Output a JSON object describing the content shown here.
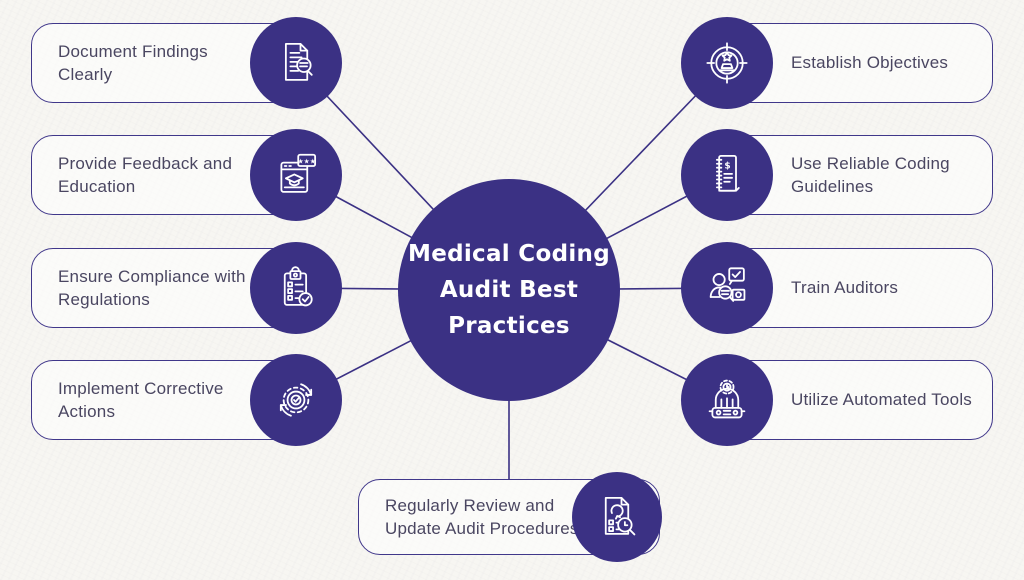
{
  "title": "Medical Coding Audit Best Practices Infographic",
  "colors": {
    "node_fill": "#3b3184",
    "pill_border": "#40378a",
    "connector": "#3b3184",
    "label_text": "#4a4661",
    "center_text": "#ffffff",
    "background": "#f7f6f2"
  },
  "center": {
    "title": "Medical Coding Audit Best Practices",
    "lines": [
      "Medical Coding",
      "Audit Best",
      "Practices"
    ]
  },
  "nodes": {
    "left": [
      {
        "label": "Document Findings Clearly",
        "icon": "document-magnifier-icon"
      },
      {
        "label": "Provide Feedback and Education",
        "icon": "feedback-education-icon"
      },
      {
        "label": "Ensure Compliance with Regulations",
        "icon": "compliance-checklist-icon"
      },
      {
        "label": "Implement Corrective Actions",
        "icon": "corrective-actions-gear-icon"
      }
    ],
    "right": [
      {
        "label": "Establish Objectives",
        "icon": "target-objectives-icon"
      },
      {
        "label": "Use Reliable Coding Guidelines",
        "icon": "coding-guidelines-book-icon"
      },
      {
        "label": "Train Auditors",
        "icon": "train-auditors-icon"
      },
      {
        "label": "Utilize Automated Tools",
        "icon": "automated-tools-icon"
      }
    ],
    "bottom": [
      {
        "label": "Regularly Review and Update Audit Procedures",
        "icon": "review-procedures-icon"
      }
    ]
  }
}
